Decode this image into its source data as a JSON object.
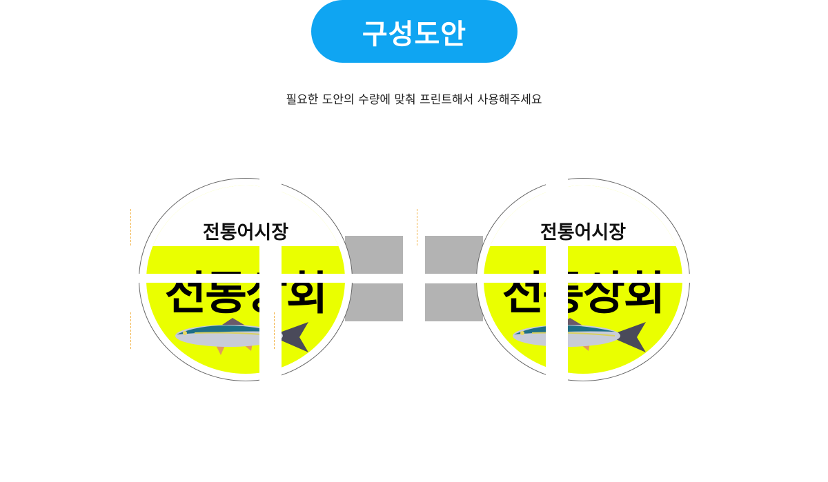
{
  "header": {
    "title": "구성도안",
    "subtitle": "필요한 도안의 수량에 맞춰 프린트해서 사용해주세요"
  },
  "colors": {
    "pill": "#0fa5f2",
    "sign_yellow": "#eaff00",
    "bracket": "#b3b3b3"
  },
  "signs": [
    {
      "top_text": "전통어시장",
      "main_text": "전통상회",
      "image": "fish-illustration"
    },
    {
      "top_text": "전통어시장",
      "main_text": "전통상회",
      "image": "fish-illustration"
    }
  ]
}
